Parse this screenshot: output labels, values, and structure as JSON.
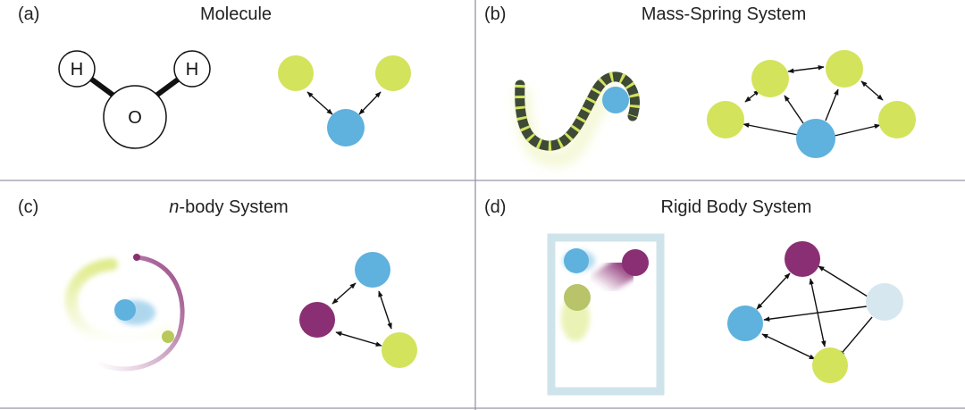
{
  "panels": {
    "a": {
      "letter": "(a)",
      "title": "Molecule"
    },
    "b": {
      "letter": "(b)",
      "title": "Mass-Spring System"
    },
    "c": {
      "letter": "(c)",
      "title_italic": "n",
      "title_rest": "-body System"
    },
    "d": {
      "letter": "(d)",
      "title": "Rigid Body System"
    }
  },
  "molecule": {
    "hydrogen_label": "H",
    "oxygen_label": "O"
  },
  "colors": {
    "blue": "#5fb1de",
    "yellow": "#d3e35c",
    "purple": "#8a2f74",
    "pale_blue": "#d6e7ef",
    "divider": "#9c93ab",
    "spring_dark": "#3e4a37",
    "box_frame": "#cfe3ea"
  }
}
